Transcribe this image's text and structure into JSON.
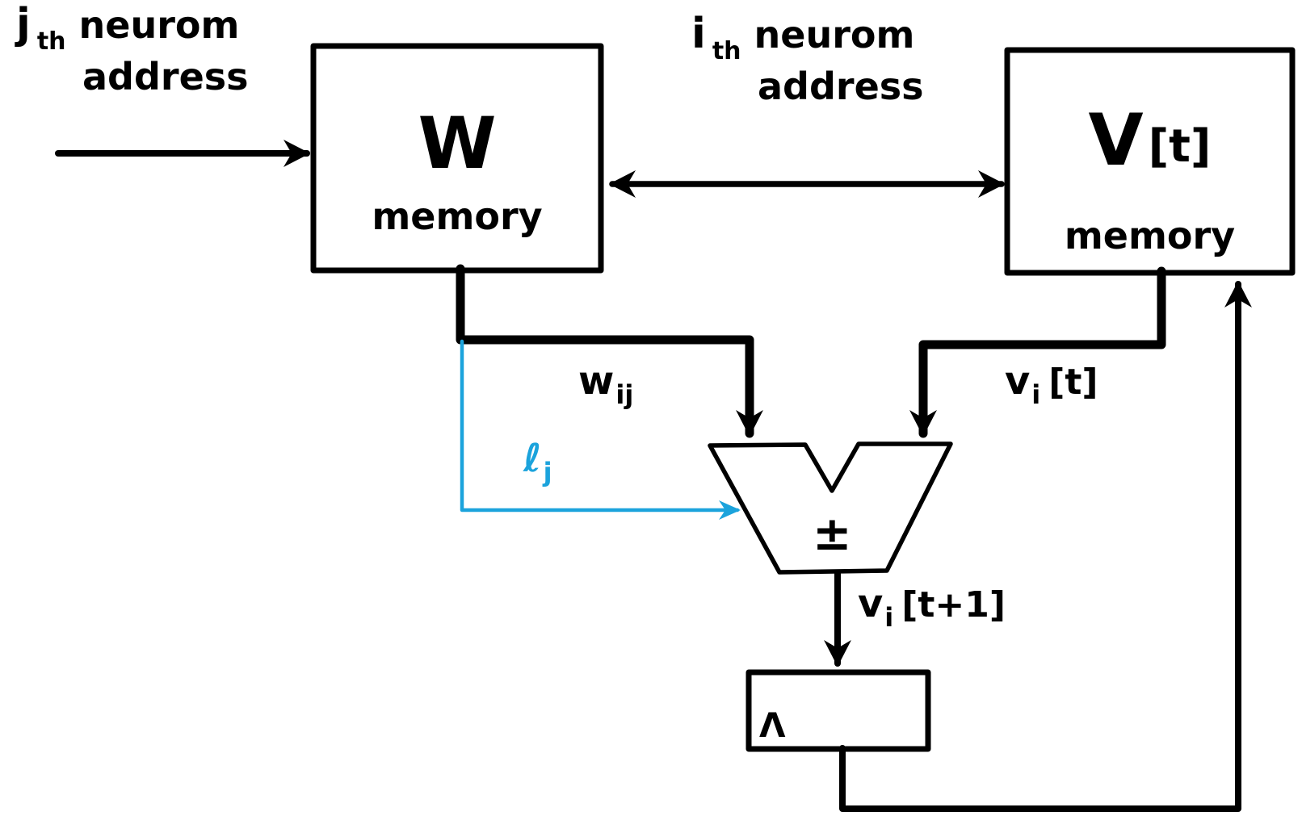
{
  "colors": {
    "ink": "#000000",
    "accent": "#1ba3dc",
    "background": "#ffffff"
  },
  "annotations": {
    "j_address": {
      "index": "j",
      "suffix": "th",
      "word1": "neurom",
      "word2": "address"
    },
    "i_address": {
      "index": "i",
      "suffix": "th",
      "word1": "neurom",
      "word2": "address"
    }
  },
  "nodes": {
    "w_memory": {
      "symbol": "W",
      "caption": "memory"
    },
    "v_memory": {
      "symbol_main": "V",
      "symbol_suffix": "[t]",
      "caption": "memory"
    },
    "alu": {
      "operator": "±"
    },
    "register": {
      "clock": "Λ"
    }
  },
  "signals": {
    "weight": {
      "base": "w",
      "sub": "ij"
    },
    "event": {
      "base": "ℓ",
      "sub": "j"
    },
    "potential_t": {
      "base": "v",
      "sub": "i",
      "rest": "[t]"
    },
    "potential_t_plus_1": {
      "base": "v",
      "sub": "i",
      "rest": "[t+1]"
    }
  }
}
